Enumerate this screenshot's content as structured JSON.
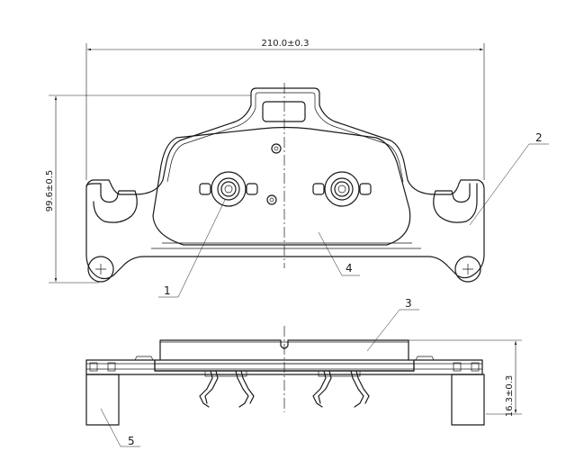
{
  "dimensions": {
    "width_label": "210.0±0.3",
    "height_label": "99.6±0.5",
    "thickness_label": "16.3±0.3"
  },
  "callouts": [
    {
      "number": "1"
    },
    {
      "number": "2"
    },
    {
      "number": "3"
    },
    {
      "number": "4"
    },
    {
      "number": "5"
    }
  ]
}
